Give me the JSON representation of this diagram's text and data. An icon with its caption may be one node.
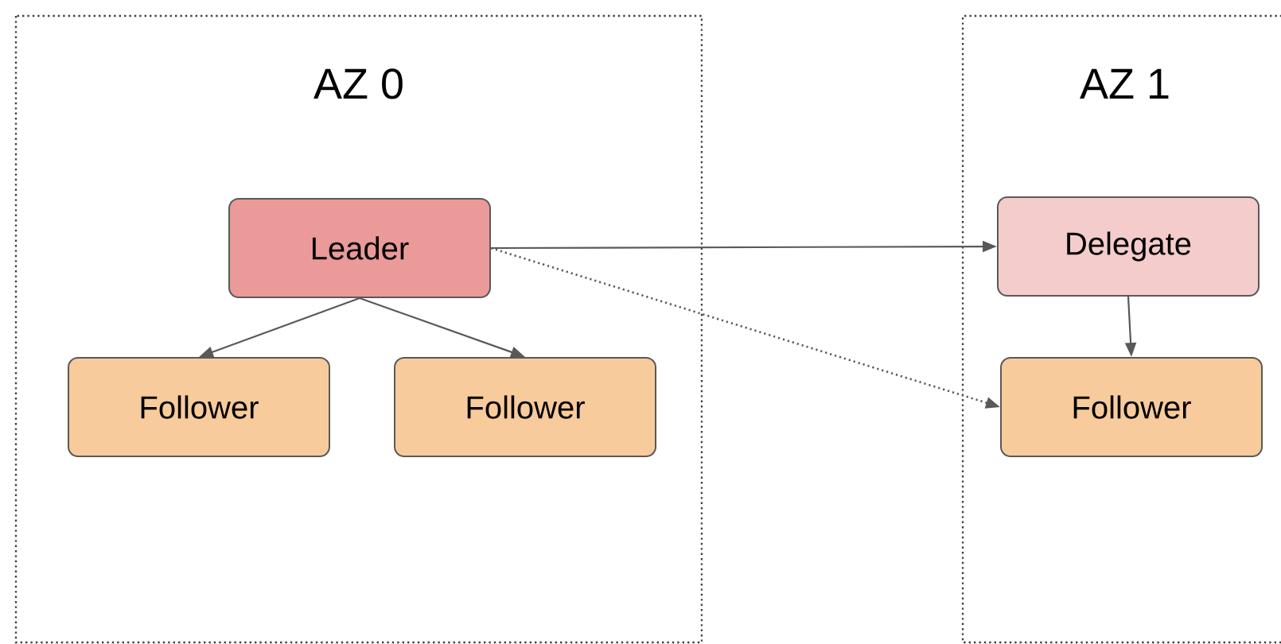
{
  "diagram": {
    "nodes": [
      {
        "text": [
          "AZ 0"
        ]
      },
      {
        "text": [
          "Leader"
        ],
        "in": 0
      },
      {
        "text": [
          "Follower"
        ],
        "in": 0
      },
      {
        "text": [
          "Follower"
        ],
        "in": 0
      },
      {
        "text": [
          "AZ 1"
        ]
      },
      {
        "text": [
          "Delegate"
        ],
        "in": 4
      },
      {
        "text": [
          "Follower"
        ],
        "in": 4
      }
    ],
    "edges": [
      {
        "from": 1,
        "to": 2,
        "arrow": "to"
      },
      {
        "from": 1,
        "to": 3,
        "arrow": "to"
      },
      {
        "from": 1,
        "to": 5,
        "arrow": "to"
      },
      {
        "from": 1,
        "to": 6,
        "arrow": "to",
        "style": "dashed"
      },
      {
        "from": 5,
        "to": 6,
        "arrow": "to"
      }
    ]
  }
}
